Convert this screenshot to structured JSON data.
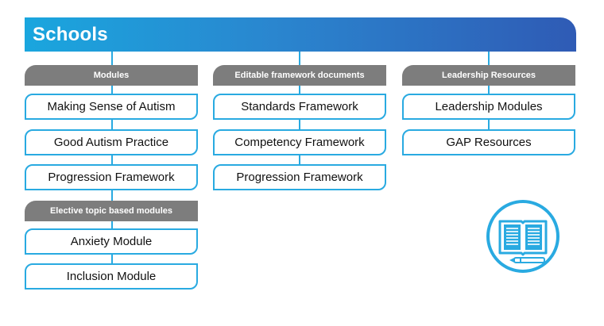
{
  "title": "Schools",
  "columns": [
    {
      "header": "Modules",
      "items": [
        "Making Sense of Autism",
        "Good Autism Practice",
        "Progression Framework"
      ]
    },
    {
      "header": "Editable framework documents",
      "items": [
        "Standards Framework",
        "Competency Framework",
        "Progression Framework"
      ]
    },
    {
      "header": "Leadership Resources",
      "items": [
        "Leadership Modules",
        "GAP Resources"
      ]
    }
  ],
  "elective": {
    "header": "Elective topic based modules",
    "items": [
      "Anxiety Module",
      "Inclusion Module"
    ]
  },
  "icons": [
    "open-book-icon",
    "pen-icon"
  ],
  "colors": {
    "accent": "#29aae1",
    "banner_start": "#1aa6de",
    "banner_end": "#2f5bb5",
    "header_grey": "#7d7d7d"
  }
}
